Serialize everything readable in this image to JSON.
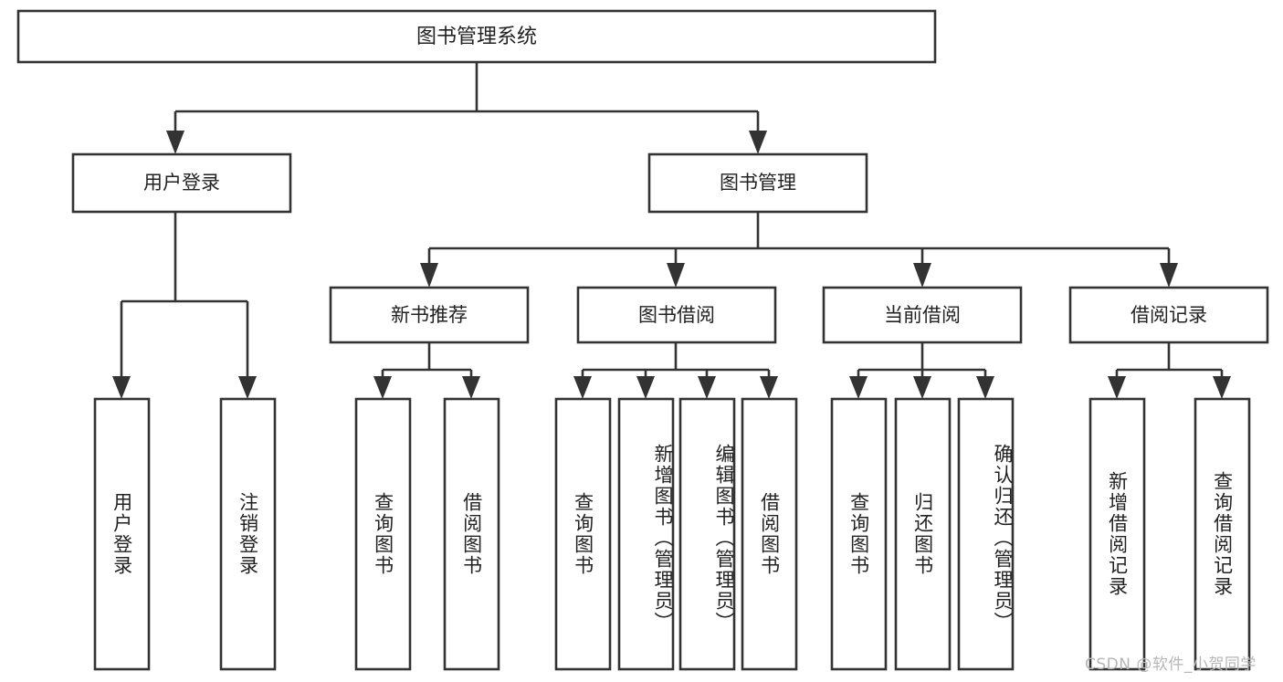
{
  "diagram": {
    "type": "tree-hierarchy",
    "title": "图书管理系统",
    "root": {
      "id": "root",
      "label": "图书管理系统",
      "level": 0
    },
    "level1": [
      {
        "id": "user-login",
        "label": "用户登录"
      },
      {
        "id": "book-manage",
        "label": "图书管理"
      }
    ],
    "level2": [
      {
        "id": "new-book-recommend",
        "label": "新书推荐",
        "parent": "book-manage"
      },
      {
        "id": "book-borrow",
        "label": "图书借阅",
        "parent": "book-manage"
      },
      {
        "id": "current-borrow",
        "label": "当前借阅",
        "parent": "book-manage"
      },
      {
        "id": "borrow-record",
        "label": "借阅记录",
        "parent": "book-manage"
      }
    ],
    "leaves": [
      {
        "id": "leaf-user-login",
        "label": "用户登录",
        "parent": "user-login"
      },
      {
        "id": "leaf-logout",
        "label": "注销登录",
        "parent": "user-login"
      },
      {
        "id": "leaf-query-book-1",
        "label": "查询图书",
        "parent": "new-book-recommend"
      },
      {
        "id": "leaf-borrow-book-1",
        "label": "借阅图书",
        "parent": "new-book-recommend"
      },
      {
        "id": "leaf-query-book-2",
        "label": "查询图书",
        "parent": "book-borrow"
      },
      {
        "id": "leaf-add-book",
        "label": "新增图书（管理员）",
        "parent": "book-borrow"
      },
      {
        "id": "leaf-edit-book",
        "label": "编辑图书（管理员）",
        "parent": "book-borrow"
      },
      {
        "id": "leaf-borrow-book-2",
        "label": "借阅图书",
        "parent": "book-borrow"
      },
      {
        "id": "leaf-query-book-3",
        "label": "查询图书",
        "parent": "current-borrow"
      },
      {
        "id": "leaf-return-book",
        "label": "归还图书",
        "parent": "current-borrow"
      },
      {
        "id": "leaf-confirm-return",
        "label": "确认归还（管理员）",
        "parent": "current-borrow"
      },
      {
        "id": "leaf-add-record",
        "label": "新增借阅记录",
        "parent": "borrow-record"
      },
      {
        "id": "leaf-query-record",
        "label": "查询借阅记录",
        "parent": "borrow-record"
      }
    ]
  },
  "watermark": {
    "text": "CSDN @软件_小贺同学"
  },
  "colors": {
    "stroke": "#333333",
    "box_fill": "#ffffff",
    "text": "#222222",
    "watermark": "#b6b6b6",
    "background": "#ffffff"
  }
}
